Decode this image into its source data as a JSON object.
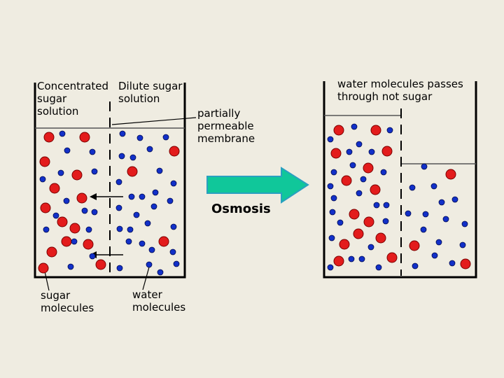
{
  "labels": {
    "concentrated": "Concentrated\nsugar\nsolution",
    "dilute": "Dilute sugar\nsolution",
    "membrane": "partially\npermeable\nmembrane",
    "passes": "water molecules passes\nthrough not sugar",
    "sugar": "sugar\nmolecules",
    "water": "water\nmolecules",
    "osmosis": "Osmosis"
  },
  "colors": {
    "sugar": "#e31c1c",
    "water": "#1230c8",
    "arrow_fill": "#10c79a",
    "arrow_stroke": "#2aa0c0"
  }
}
